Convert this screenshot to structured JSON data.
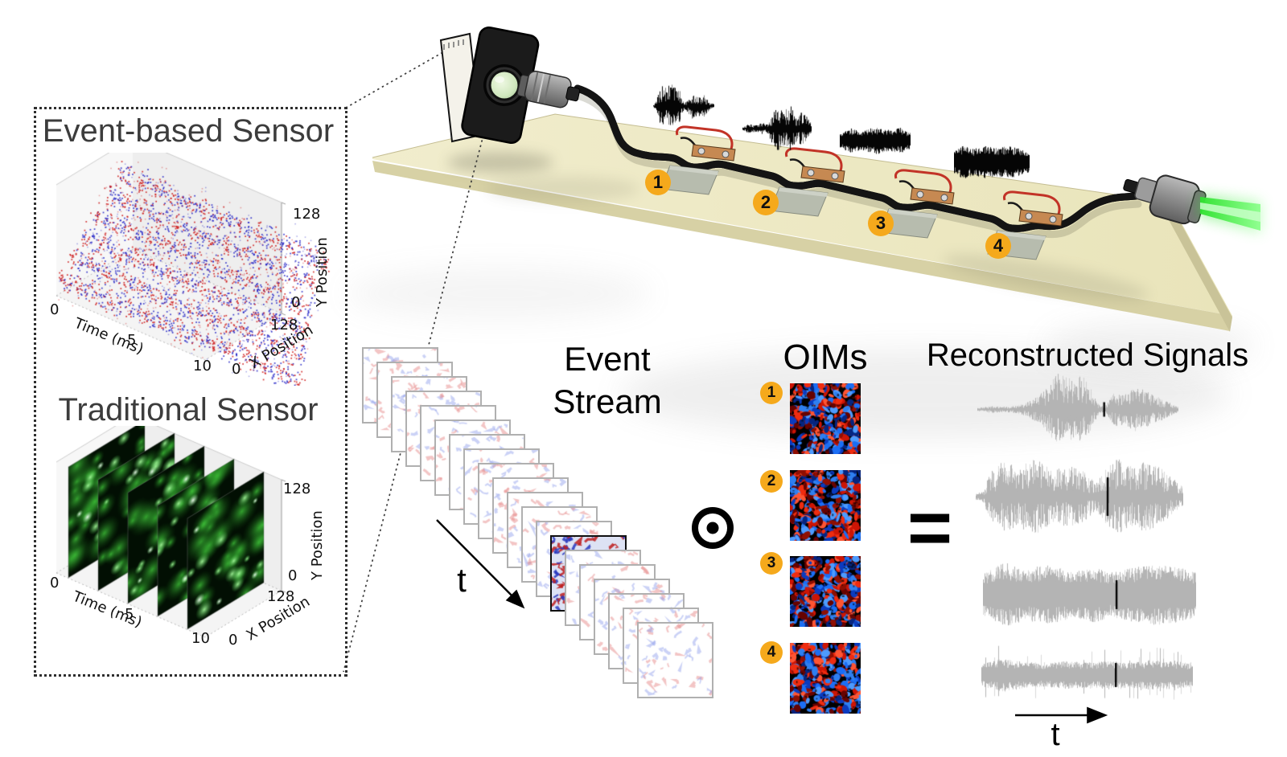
{
  "callout": {
    "event_sensor_title": "Event-based Sensor",
    "traditional_sensor_title": "Traditional Sensor",
    "axes": {
      "time_label": "Time (ms)",
      "time_ticks": [
        "0",
        "5",
        "10"
      ],
      "x_label": "X Position",
      "x_ticks": [
        "0",
        "128"
      ],
      "y_label": "Y Position",
      "y_ticks": [
        "0",
        "128"
      ]
    }
  },
  "apparatus": {
    "markers": [
      "1",
      "2",
      "3",
      "4"
    ]
  },
  "event_stream": {
    "title_line1": "Event",
    "title_line2": "Stream",
    "time_axis_label": "t"
  },
  "operators": {
    "hadamard_symbol": "⊙",
    "equals_symbol": "="
  },
  "oims": {
    "title": "OIMs",
    "badges": [
      "1",
      "2",
      "3",
      "4"
    ]
  },
  "reconstructed": {
    "title": "Reconstructed Signals",
    "time_axis_label": "t"
  },
  "colors": {
    "marker_badge": "#F5A91C",
    "fiber_green": "#63E463",
    "board_beige": "#ECE8C4",
    "oim_red": "#CC1505",
    "oim_blue": "#1B6EF5",
    "event_red": "#CD1919",
    "event_blue": "#2323C8",
    "waveform_gray": "#B5B5B5",
    "waveform_black": "#000000"
  }
}
